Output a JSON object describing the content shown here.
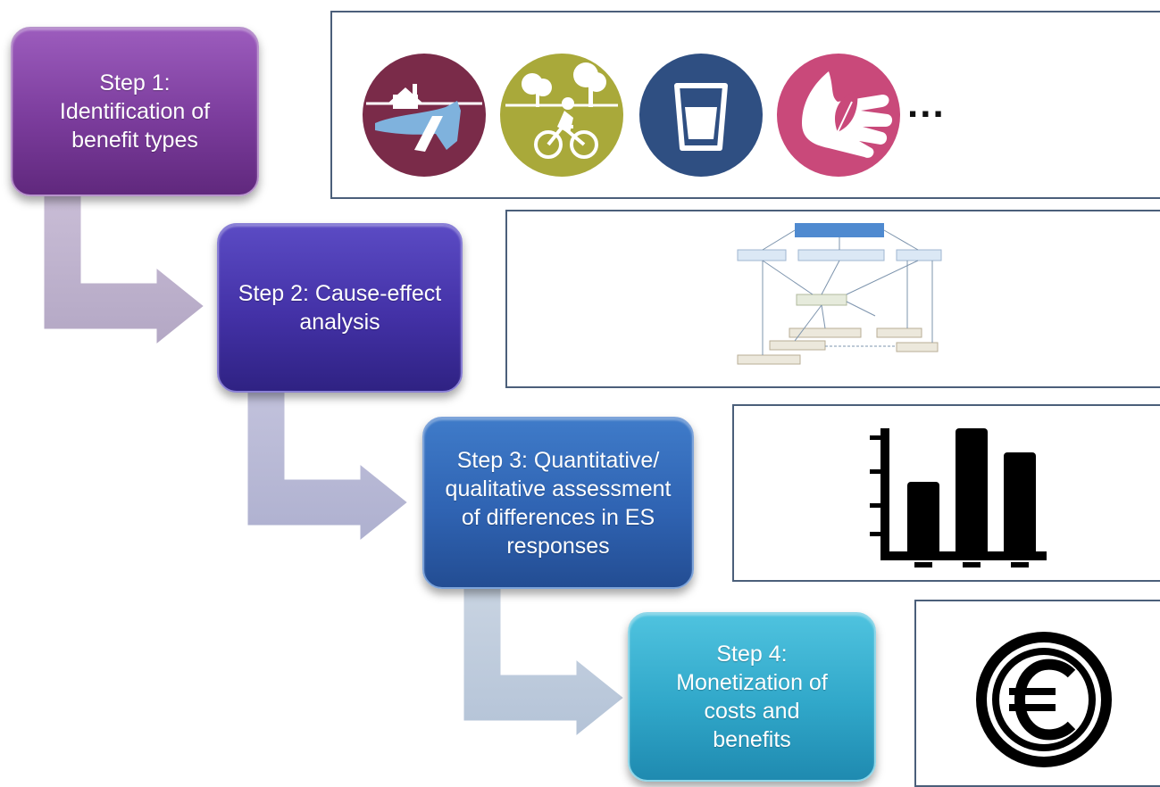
{
  "steps": [
    {
      "label": "Step 1:\nIdentification of\nbenefit types",
      "color": "#7b3c9c"
    },
    {
      "label": "Step 2: Cause-effect\nanalysis",
      "color": "#4331a6"
    },
    {
      "label": "Step 3: Quantitative/\nqualitative assessment\nof differences in ES\nresponses",
      "color": "#2f63b2"
    },
    {
      "label": "Step 4:\nMonetization of\ncosts and\nbenefits",
      "color": "#30a7c9"
    }
  ],
  "panel1": {
    "icons": [
      {
        "name": "flood-house-icon",
        "color": "#7a2b49"
      },
      {
        "name": "cyclist-trees-icon",
        "color": "#a9a93a"
      },
      {
        "name": "water-glass-icon",
        "color": "#2f4f82"
      },
      {
        "name": "hand-leaf-icon",
        "color": "#c9497a"
      }
    ],
    "ellipsis": "..."
  },
  "panel2": {
    "icon": "flowchart-icon"
  },
  "panel3": {
    "icon": "bar-chart-icon"
  },
  "panel4": {
    "icon": "euro-coin-icon"
  }
}
